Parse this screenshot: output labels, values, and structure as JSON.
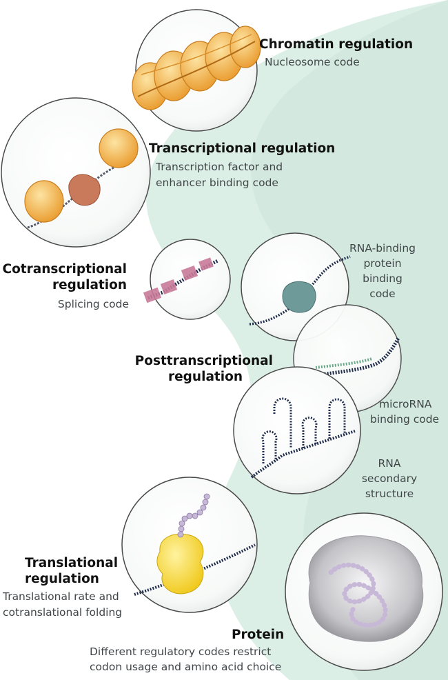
{
  "sections": {
    "chromatin": {
      "title": "Chromatin regulation",
      "subtitle": "Nucleosome code"
    },
    "transcriptional": {
      "title": "Transcriptional regulation",
      "subtitle_lines": [
        "Transcription factor and",
        "enhancer binding code"
      ]
    },
    "cotranscriptional": {
      "title_lines": [
        "Cotranscriptional",
        "regulation"
      ],
      "subtitle": "Splicing code"
    },
    "posttranscriptional": {
      "title_lines": [
        "Posttranscriptional",
        "regulation"
      ],
      "rbp_lines": [
        "RNA-binding",
        "protein",
        "binding",
        "code"
      ],
      "mirna_lines": [
        "microRNA",
        "binding code"
      ],
      "secondary_lines": [
        "RNA",
        "secondary",
        "structure"
      ]
    },
    "translational": {
      "title_lines": [
        "Translational",
        "regulation"
      ],
      "subtitle_lines": [
        "Translational rate and",
        "cotranslational folding"
      ]
    },
    "protein": {
      "title": "Protein",
      "subtitle_lines": [
        "Different regulatory codes restrict",
        "codon usage and amino acid choice"
      ]
    }
  },
  "colors": {
    "background_band": "#dceee6",
    "circle_stroke": "#4a4a4a",
    "nucleosome": "#f2b04a",
    "transcription_factor": "#c97a5a",
    "exon": "#c87a98",
    "rna_binding_protein": "#6f9a9a",
    "mirna": "#6aa88a",
    "ribosome": "#f4d63a",
    "polypeptide": "#c8b8d8",
    "rna_backbone": "#1f2b4a"
  }
}
